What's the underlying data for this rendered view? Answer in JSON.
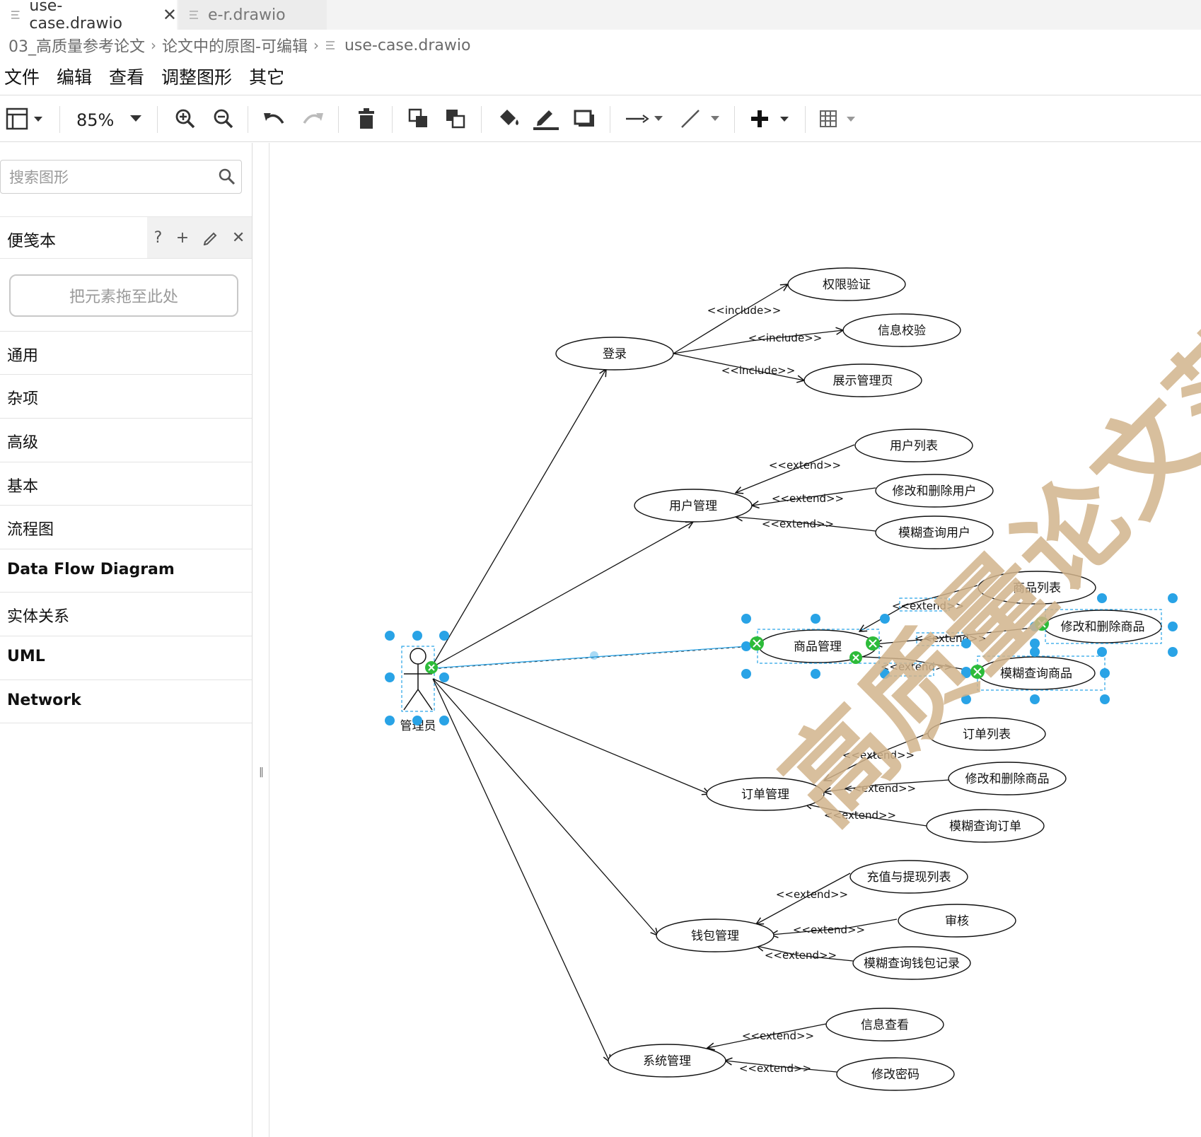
{
  "tabs": [
    {
      "label": "use-case.drawio",
      "active": true
    },
    {
      "label": "e-r.drawio",
      "active": false
    }
  ],
  "breadcrumb": [
    "03_高质量参考论文",
    "论文中的原图-可编辑",
    "use-case.drawio"
  ],
  "menu": [
    "文件",
    "编辑",
    "查看",
    "调整图形",
    "其它"
  ],
  "toolbar": {
    "zoom": "85%"
  },
  "sidebar": {
    "search_placeholder": "搜索图形",
    "scratchpad": {
      "title": "便笺本",
      "help": "?",
      "add": "+"
    },
    "dropzone": "把元素拖至此处",
    "categories": [
      "通用",
      "杂项",
      "高级",
      "基本",
      "流程图",
      "Data Flow Diagram",
      "实体关系",
      "UML",
      "Network"
    ]
  },
  "diagram": {
    "actor": "管理员",
    "use_cases": {
      "login": "登录",
      "auth": "权限验证",
      "info_check": "信息校验",
      "show_admin": "展示管理页",
      "user_mgmt": "用户管理",
      "user_list": "用户列表",
      "user_edit": "修改和删除用户",
      "user_query": "模糊查询用户",
      "goods_mgmt": "商品管理",
      "goods_list": "商品列表",
      "goods_edit": "修改和删除商品",
      "goods_query": "模糊查询商品",
      "order_mgmt": "订单管理",
      "order_list": "订单列表",
      "order_edit": "修改和删除商品",
      "order_query": "模糊查询订单",
      "wallet_mgmt": "钱包管理",
      "wallet_list": "充值与提现列表",
      "wallet_audit": "审核",
      "wallet_query": "模糊查询钱包记录",
      "sys_mgmt": "系统管理",
      "sys_info": "信息查看",
      "sys_pwd": "修改密码"
    },
    "include_label": "<<include>>",
    "extend_label": "<<extend>>",
    "selection_color": "#29a3e6",
    "connect_color": "#2dbb3a"
  },
  "watermark": "高质量论文范例"
}
